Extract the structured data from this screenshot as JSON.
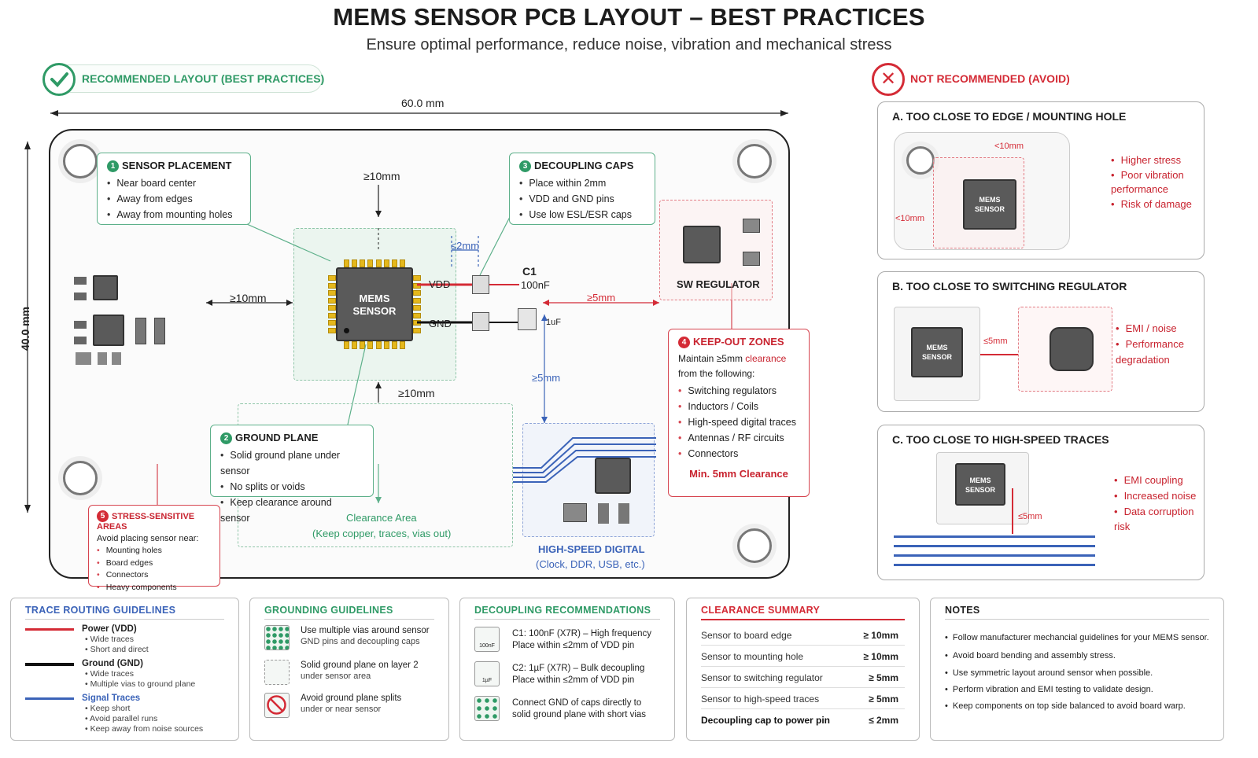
{
  "title": "MEMS SENSOR PCB LAYOUT – BEST PRACTICES",
  "subtitle": "Ensure optimal performance, reduce noise, vibration and mechanical stress",
  "recommended_label": "RECOMMENDED LAYOUT (BEST PRACTICES)",
  "not_recommended_label": "NOT RECOMMENDED (AVOID)",
  "board": {
    "width_label": "60.0 mm",
    "height_label": "40.0 mm",
    "dim_top": "≥10mm",
    "dim_left": "≥10mm",
    "dim_bottom": "≥10mm",
    "dim_cap": "≤2mm",
    "dim_regulator": "≥5mm",
    "dim_highspeed": "≥5mm",
    "sensor_label": "MEMS SENSOR",
    "vdd": "VDD",
    "gnd": "GND",
    "c1_name": "C1",
    "c1_value": "100nF",
    "c2_value": "1uF",
    "sw_regulator": "SW REGULATOR",
    "clearance_area": "Clearance Area",
    "clearance_area_sub": "(Keep copper, traces, vias out)",
    "highspeed_title": "HIGH-SPEED DIGITAL",
    "highspeed_sub": "(Clock, DDR, USB, etc.)"
  },
  "callouts": {
    "sensor_placement": {
      "num": "1",
      "title": "SENSOR PLACEMENT",
      "items": [
        "Near board center",
        "Away from edges",
        "Away from mounting holes"
      ]
    },
    "decoupling": {
      "num": "3",
      "title": "DECOUPLING CAPS",
      "items": [
        "Place within 2mm",
        "VDD and GND pins",
        "Use low ESL/ESR caps"
      ]
    },
    "keepout": {
      "num": "4",
      "title": "KEEP-OUT ZONES",
      "intro_1": "Maintain ≥5mm",
      "intro_2": "clearance",
      "intro_3": "from the following:",
      "items": [
        "Switching regulators",
        "Inductors / Coils",
        "High-speed digital traces",
        "Antennas / RF circuits",
        "Connectors"
      ],
      "footer": "Min. 5mm Clearance"
    },
    "ground_plane": {
      "num": "2",
      "title": "GROUND PLANE",
      "items": [
        "Solid ground plane under sensor",
        "No splits or voids",
        "Keep clearance around sensor"
      ]
    },
    "stress": {
      "num": "5",
      "title": "STRESS-SENSITIVE AREAS",
      "intro": "Avoid placing sensor near:",
      "items": [
        "Mounting holes",
        "Board edges",
        "Connectors",
        "Heavy components"
      ]
    }
  },
  "avoid_cards": [
    {
      "title": "A. TOO CLOSE TO EDGE / MOUNTING HOLE",
      "items": [
        "Higher stress",
        "Poor vibration performance",
        "Risk of damage"
      ],
      "dim": "<10mm",
      "dim2": "<10mm",
      "sensor": "MEMS SENSOR"
    },
    {
      "title": "B. TOO CLOSE TO SWITCHING REGULATOR",
      "items": [
        "EMI / noise",
        "Performance degradation"
      ],
      "dim": "≤5mm",
      "sensor": "MEMS SENSOR"
    },
    {
      "title": "C. TOO CLOSE TO HIGH-SPEED TRACES",
      "items": [
        "EMI coupling",
        "Increased noise",
        "Data corruption risk"
      ],
      "dim": "≤5mm",
      "sensor": "MEMS SENSOR"
    }
  ],
  "trace_routing": {
    "title": "TRACE ROUTING GUIDELINES",
    "groups": [
      {
        "name": "Power (VDD)",
        "color": "#d42b36",
        "items": [
          "Wide traces",
          "Short and direct"
        ]
      },
      {
        "name": "Ground (GND)",
        "color": "#111111",
        "items": [
          "Wide traces",
          "Multiple vias to ground plane"
        ]
      },
      {
        "name": "Signal Traces",
        "color": "#3b63b8",
        "items": [
          "Keep short",
          "Avoid parallel runs",
          "Keep away from noise sources"
        ]
      }
    ]
  },
  "grounding": {
    "title": "GROUNDING GUIDELINES",
    "items": [
      {
        "line1": "Use multiple vias around sensor",
        "line2": "GND pins and decoupling caps"
      },
      {
        "line1": "Solid ground plane on layer 2",
        "line2": "under sensor area"
      },
      {
        "line1": "Avoid ground plane splits",
        "line2": "under or near sensor"
      }
    ]
  },
  "decoupling_rec": {
    "title": "DECOUPLING RECOMMENDATIONS",
    "items": [
      {
        "icon": "100nF",
        "line1": "C1: 100nF (X7R) – High frequency",
        "line2": "Place within ≤2mm of VDD pin"
      },
      {
        "icon": "1µF",
        "line1": "C2: 1µF (X7R) – Bulk decoupling",
        "line2": "Place within ≤2mm of VDD pin"
      },
      {
        "icon": "",
        "line1": "Connect GND of caps directly to",
        "line2": "solid ground plane with short vias"
      }
    ]
  },
  "clearance_summary": {
    "title": "CLEARANCE SUMMARY",
    "rows": [
      {
        "k": "Sensor to board edge",
        "v": "≥ 10mm"
      },
      {
        "k": "Sensor to mounting hole",
        "v": "≥ 10mm"
      },
      {
        "k": "Sensor to switching regulator",
        "v": "≥ 5mm"
      },
      {
        "k": "Sensor to high-speed traces",
        "v": "≥ 5mm"
      },
      {
        "k": "Decoupling cap to power pin",
        "v": "≤ 2mm"
      }
    ]
  },
  "notes": {
    "title": "NOTES",
    "items": [
      "Follow manufacturer mechancial guidelines for your MEMS sensor.",
      "Avoid board bending and assembly stress.",
      "Use symmetric layout around sensor when possible.",
      "Perform vibration and EMI testing to validate design.",
      "Keep components on top side balanced to avoid board warp."
    ]
  },
  "colors": {
    "green": "#2f9a66",
    "red": "#d42b36",
    "blue": "#3b63b8"
  }
}
